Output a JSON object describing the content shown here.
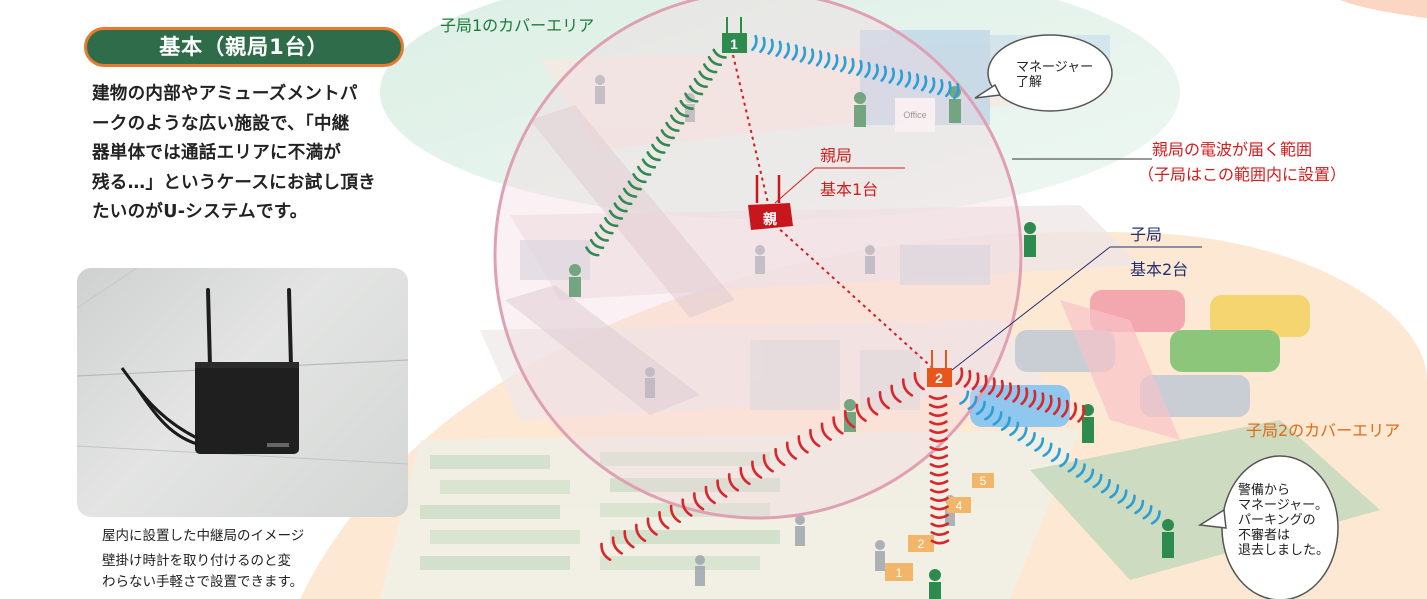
{
  "heading": "基本（親局1台）",
  "intro_lines": [
    "建物の内部やアミューズメントパ",
    "ークのような広い施設で、「中継",
    "器単体では通話エリアに不満が",
    "残る…」というケースにお試し頂き",
    "たいのがU-システムです。"
  ],
  "photo": {
    "icon": "wall-mounted-repeater-photo",
    "caption": "屋内に設置した中継局のイメージ",
    "note_lines": [
      "壁掛け時計を取り付けるのと変",
      "わらない手軽さで設置できます。"
    ]
  },
  "diagram": {
    "area1_label": "子局1のカバーエリア",
    "area2_label": "子局2のカバーエリア",
    "master_label": "親局",
    "master_count": "基本1台",
    "master_badge": "親",
    "range_label": "親局の電波が届く範囲",
    "range_note": "（子局はこの範囲内に設置）",
    "slave_label": "子局",
    "slave_count": "基本2台",
    "slave1_badge": "1",
    "slave2_badge": "2",
    "office_sign": "Office",
    "counter_numbers": [
      "1",
      "2",
      "4",
      "5"
    ],
    "bubble1_lines": [
      "マネージャー",
      "了解"
    ],
    "bubble2_lines": [
      "警備から",
      "マネージャー。",
      "パーキングの",
      "不審者は",
      "退去しました。"
    ]
  },
  "colors": {
    "pill_fill": "#2f6c4a",
    "pill_border": "#e67a2e",
    "master": "#c8161d",
    "slave": "#2e8b4e",
    "slave2": "#e8561e",
    "wave_green": "#2e8b4e",
    "wave_blue": "#2a9fd6",
    "wave_red": "#d8262a"
  }
}
